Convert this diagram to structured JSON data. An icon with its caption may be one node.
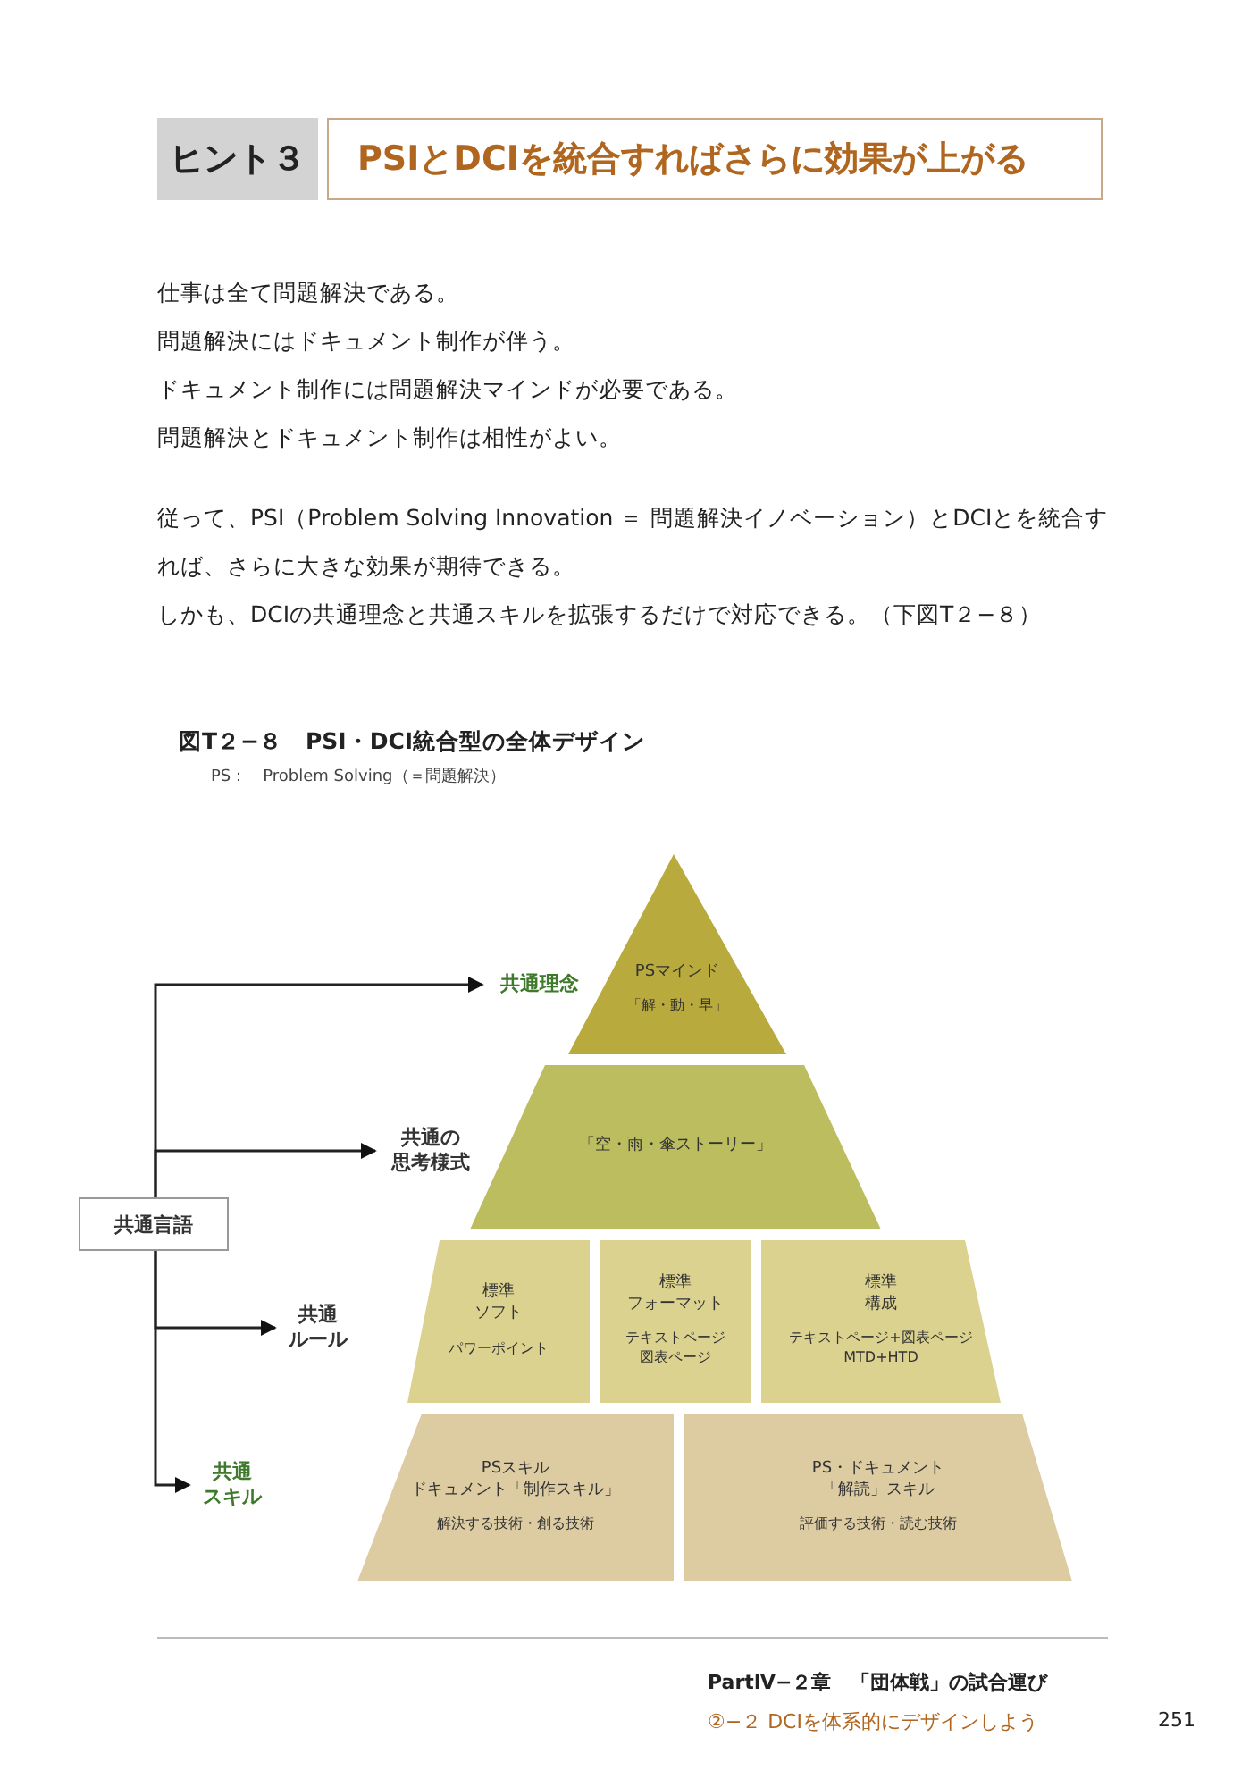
{
  "diagram": {
    "nodes": [
      {
        "text": [
          "ヒント３"
        ]
      },
      {
        "text": [
          "PSIとDCIを統合すればさらに効果が上がる"
        ]
      },
      {
        "text": [
          "共通言語"
        ]
      },
      {
        "text": [
          "共通理念"
        ]
      },
      {
        "text": [
          "共通の",
          "思考様式"
        ]
      },
      {
        "text": [
          "共通",
          "ルール"
        ]
      },
      {
        "text": [
          "共通",
          "スキル"
        ]
      },
      {
        "text": [
          "PSマインド",
          "「解・動・早」"
        ]
      },
      {
        "text": [
          "「空・雨・傘ストーリー」"
        ]
      },
      {
        "text": [
          "標準",
          "ソフト",
          "パワーポイント"
        ]
      },
      {
        "text": [
          "標準",
          "フォーマット",
          "テキストページ",
          "図表ページ"
        ]
      },
      {
        "text": [
          "標準",
          "構成",
          "テキストページ+図表ページ",
          "MTD+HTD"
        ]
      },
      {
        "text": [
          "PSスキル",
          "ドキュメント「制作スキル」",
          "解決する技術・創る技術"
        ]
      },
      {
        "text": [
          "PS・ドキュメント",
          "「解読」スキル",
          "評価する技術・読む技術"
        ]
      }
    ],
    "edges": [
      {
        "from": 2,
        "to": 3,
        "arrow": "to"
      },
      {
        "from": 2,
        "to": 4,
        "arrow": "to"
      },
      {
        "from": 2,
        "to": 5,
        "arrow": "to"
      },
      {
        "from": 2,
        "to": 6,
        "arrow": "to"
      }
    ],
    "labels": [
      "仕事は全て問題解決である。",
      "問題解決にはドキュメント制作が伴う。",
      "ドキュメント制作には問題解決マインドが必要である。",
      "問題解決とドキュメント制作は相性がよい。",
      "従って、PSI（Problem Solving Innovation ＝ 問題解決イノベーション）とDCIとを統合すれば、さらに大きな効果が期待できる。",
      "しかも、DCIの共通理念と共通スキルを拡張するだけで対応できる。（下図T２−８）",
      "図T２−８　PSI・DCI統合型の全体デザイン",
      "PS：　Problem Solving（＝問題解決）",
      "PartⅣ−２章　「団体戦」の試合運び",
      "②−２ DCIを体系的にデザインしよう",
      "251"
    ]
  }
}
